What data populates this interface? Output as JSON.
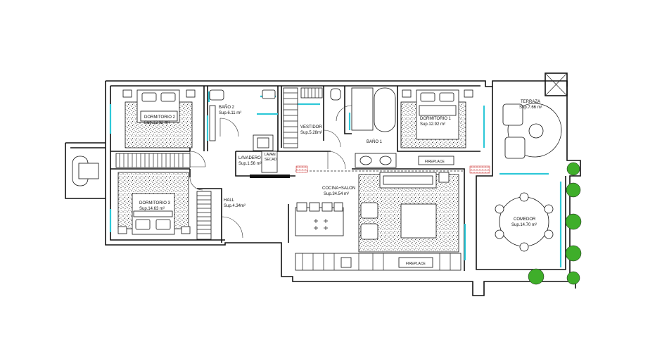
{
  "rooms": {
    "dormitorio2": {
      "name": "DORMITORIO 2",
      "area": "Sup.12.92 m²"
    },
    "bano2": {
      "name": "BAÑO 2",
      "area": "Sup.6.11 m²"
    },
    "vestidor": {
      "name": "VESTIDOR",
      "area": "Sup.5.28m²"
    },
    "dormitorio1": {
      "name": "DORMITORIO 1",
      "area": "Sup.12.92 m²"
    },
    "terraza": {
      "name": "TERRAZA",
      "area": "Sup.7.66 m²"
    },
    "bano1": {
      "name": "BAÑO 1"
    },
    "lavadero": {
      "name": "LAVADERO",
      "area": "Sup.1.56 m²"
    },
    "lavan_secad": {
      "line1": "LAVAN",
      "line2": "SECAD"
    },
    "dormitorio3": {
      "name": "DORMITORIO 3",
      "area": "Sup.14.63 m²"
    },
    "hall": {
      "name": "HALL",
      "area": "Sup.4.34m²"
    },
    "cocina_salon": {
      "name": "COCINA+SALON",
      "area": "Sup.34.54 m²"
    },
    "comedor": {
      "name": "COMEDOR",
      "area": "Sup.14.70 m²"
    }
  },
  "fixtures": {
    "fireplace_top": "FIREPLACE",
    "fireplace_bottom": "FIREPLACE"
  },
  "colors": {
    "wall": "#111111",
    "glass": "#2ec8d8",
    "plant": "#3fae2a",
    "brick": "#d04040"
  }
}
